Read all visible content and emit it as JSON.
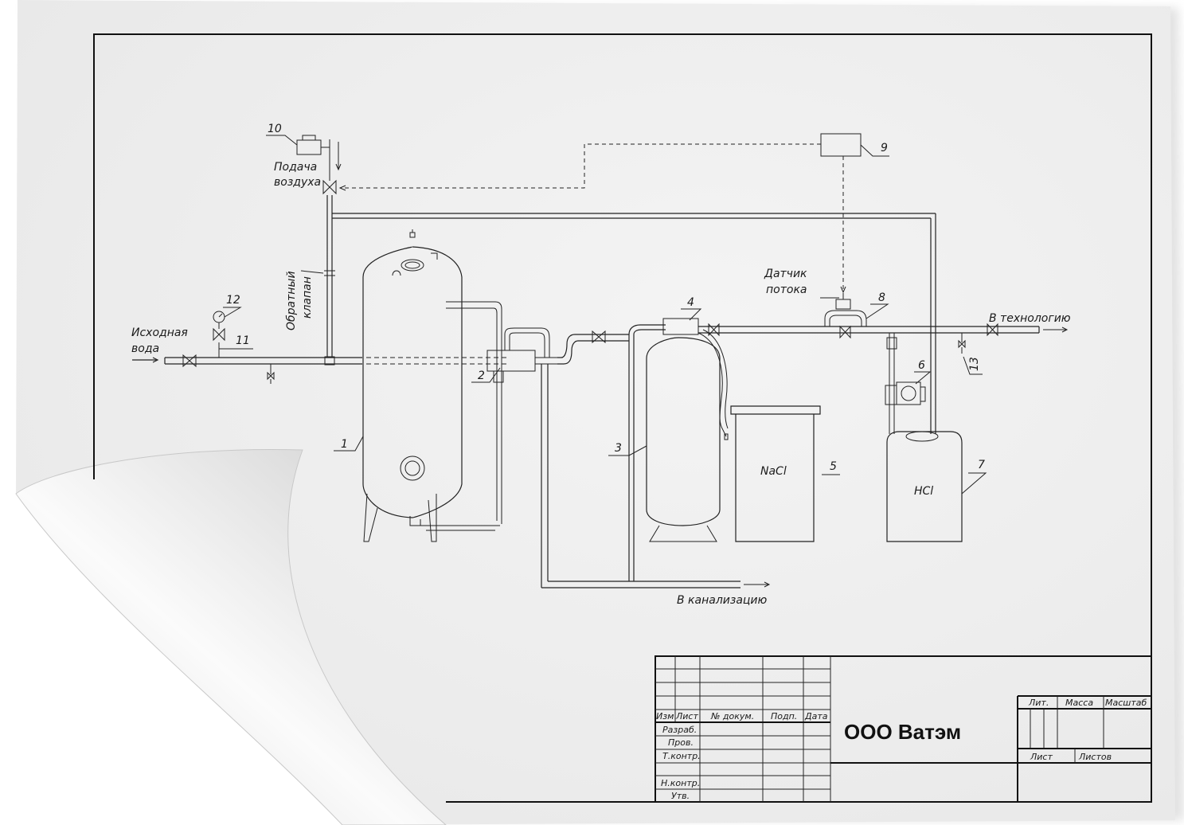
{
  "drawing": {
    "inlet_label_1": "Исходная",
    "inlet_label_2": "вода",
    "air_label_1": "Подача",
    "air_label_2": "воздуха",
    "check_valve_label_1": "Обратный",
    "check_valve_label_2": "клапан",
    "flow_sensor_label_1": "Датчик",
    "flow_sensor_label_2": "потока",
    "to_process_label": "В технологию",
    "to_drain_label": "В канализацию",
    "nacl_label": "NaCl",
    "hcl_label": "HCl",
    "callouts": [
      "1",
      "2",
      "3",
      "4",
      "5",
      "6",
      "7",
      "8",
      "9",
      "10",
      "11",
      "12",
      "13"
    ]
  },
  "title_block": {
    "company": "ООО Ватэм",
    "col_headers": [
      "Изм",
      "Лист",
      "№ докум.",
      "Подп.",
      "Дата"
    ],
    "row_labels": [
      "Разраб.",
      "Пров.",
      "Т.контр.",
      "Н.контр.",
      "Утв."
    ],
    "lit_label": "Лит.",
    "mass_label": "Масса",
    "scale_label": "Масштаб",
    "sheet_label": "Лист",
    "sheets_label": "Листов"
  },
  "colors": {
    "paper": "#efefef",
    "ink": "#1a1a1a",
    "background": "#ffffff"
  }
}
